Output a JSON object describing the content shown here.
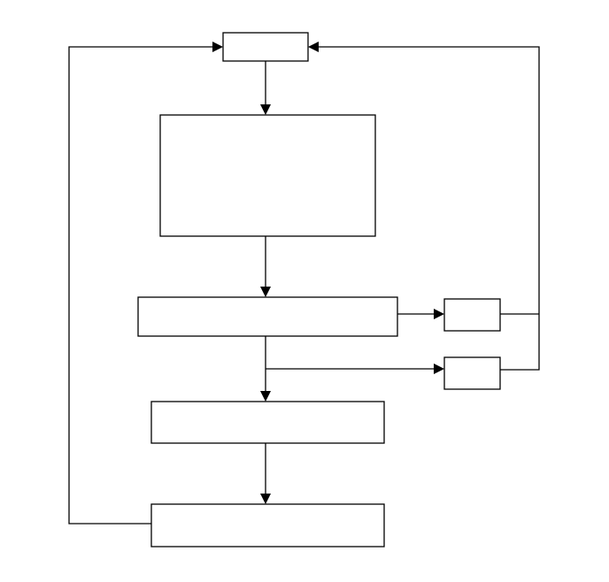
{
  "diagram": {
    "type": "flowchart",
    "line_color": "#000000",
    "background": "#ffffff",
    "nodes": [
      {
        "id": "top-box",
        "label": ""
      },
      {
        "id": "large-process-box",
        "label": ""
      },
      {
        "id": "wide-middle-box",
        "label": ""
      },
      {
        "id": "side-box-upper",
        "label": ""
      },
      {
        "id": "side-box-lower",
        "label": ""
      },
      {
        "id": "lower-middle-box",
        "label": ""
      },
      {
        "id": "bottom-box",
        "label": ""
      }
    ],
    "edges": [
      {
        "from": "top-box",
        "to": "large-process-box"
      },
      {
        "from": "large-process-box",
        "to": "wide-middle-box"
      },
      {
        "from": "wide-middle-box",
        "to": "side-box-upper"
      },
      {
        "from": "wide-middle-box",
        "to": "side-box-lower"
      },
      {
        "from": "wide-middle-box",
        "to": "lower-middle-box"
      },
      {
        "from": "lower-middle-box",
        "to": "bottom-box"
      },
      {
        "from": "bottom-box",
        "to": "top-box"
      },
      {
        "from": "side-box-upper",
        "to": "top-box"
      },
      {
        "from": "side-box-lower",
        "to": "top-box"
      }
    ]
  }
}
